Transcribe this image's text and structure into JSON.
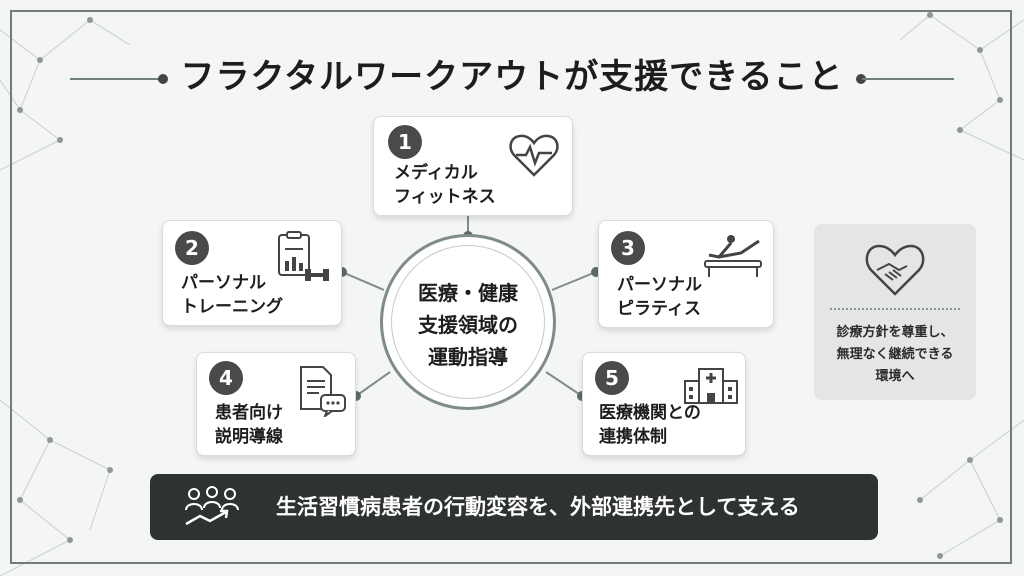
{
  "title": "フラクタルワークアウトが支援できること",
  "center": {
    "line1": "医療・健康",
    "line2": "支援領域の",
    "line3": "運動指導"
  },
  "items": [
    {
      "num": "1",
      "line1": "メディカル",
      "line2": "フィットネス",
      "icon": "heart-pulse-icon"
    },
    {
      "num": "2",
      "line1": "パーソナル",
      "line2": "トレーニング",
      "icon": "clipboard-dumbbell-icon"
    },
    {
      "num": "3",
      "line1": "パーソナル",
      "line2": "ピラティス",
      "icon": "pilates-reformer-icon"
    },
    {
      "num": "4",
      "line1": "患者向け",
      "line2": "説明導線",
      "icon": "document-chat-icon"
    },
    {
      "num": "5",
      "line1": "医療機関との",
      "line2": "連携体制",
      "icon": "hospital-icon"
    }
  ],
  "side": {
    "icon": "handshake-heart-icon",
    "line1": "診療方針を尊重し、",
    "line2": "無理なく継続できる",
    "line3": "環境へ"
  },
  "bottom": {
    "icon": "people-growth-icon",
    "text": "生活習慣病患者の行動変容を、外部連携先として支える"
  },
  "colors": {
    "accent": "#6f7e7b",
    "dark": "#2e3233",
    "badge": "#4a4a4a"
  }
}
